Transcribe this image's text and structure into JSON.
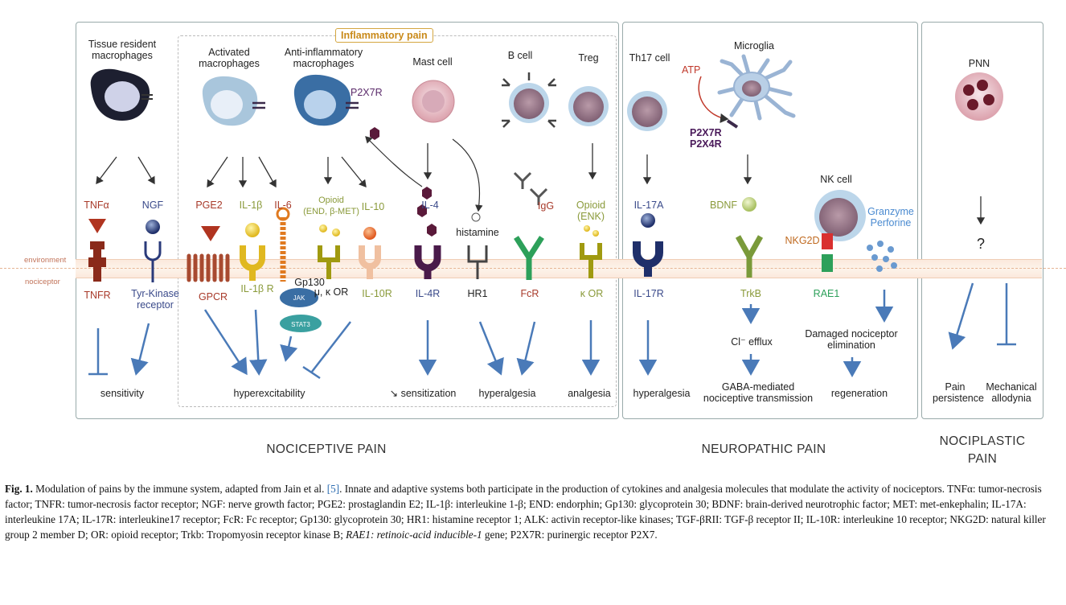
{
  "figure": {
    "inflammatory_tag": "Inflammatory pain",
    "environment_label": "environment",
    "nociceptor_label": "nociceptor",
    "cells": {
      "tissue_macro": "Tissue resident\nmacrophages",
      "activated_macro": "Activated\nmacrophages",
      "anti_macro": "Anti-inflammatory\nmacrophages",
      "p2x7r_top": "P2X7R",
      "mast": "Mast cell",
      "bcell": "B cell",
      "treg": "Treg",
      "th17": "Th17 cell",
      "microglia": "Microglia",
      "atp": "ATP",
      "p2x": "P2X7R\nP2X4R",
      "nk": "NK cell",
      "pnn": "PNN"
    },
    "mediators": {
      "tnfa": "TNFα",
      "ngf": "NGF",
      "pge2": "PGE2",
      "il1b": "IL-1β",
      "il6": "IL-6",
      "opioid": "Opioid\n(END, β-MET)",
      "il10": "IL-10",
      "il4": "IL-4",
      "histamine": "histamine",
      "igg": "IgG",
      "opioid_enk": "Opioid\n(ENK)",
      "il17a": "IL-17A",
      "bdnf": "BDNF",
      "granzyme": "Granzyme\nPerforine",
      "nkg2d": "NKG2D",
      "question": "?"
    },
    "receptors": {
      "tnfr": "TNFR",
      "tyrk": "Tyr-Kinase\nreceptor",
      "gpcr": "GPCR",
      "il1br": "IL-1β R",
      "gp130": "Gp130",
      "mu_kappa": "μ, κ OR",
      "il10r": "IL-10R",
      "jak": "JAK",
      "stat3": "STAT3",
      "il4r": "IL-4R",
      "hr1": "HR1",
      "fcr": "FcR",
      "kor": "κ OR",
      "il17r": "IL-17R",
      "trkb": "TrkB",
      "rae1": "RAE1"
    },
    "effects": {
      "sensitivity": "sensitivity",
      "hyperexcitability": "hyperexcitability",
      "sensitization": "↘ sensitization",
      "hyperalgesia1": "hyperalgesia",
      "analgesia": "analgesia",
      "hyperalgesia2": "hyperalgesia",
      "cl_efflux": "Cl⁻ efflux",
      "gaba": "GABA-mediated\nnociceptive transmission",
      "damaged": "Damaged nociceptor\nelimination",
      "regeneration": "regeneration",
      "pain_persistence": "Pain\npersistence",
      "mech_allodynia": "Mechanical\nallodynia"
    },
    "sections": {
      "nociceptive": "NOCICEPTIVE PAIN",
      "neuropathic": "NEUROPATHIC PAIN",
      "nociplastic": "NOCIPLASTIC\nPAIN"
    }
  },
  "caption": {
    "fig_label": "Fig. 1.",
    "text_part1": " Modulation of pains by the immune system, adapted from Jain et al. ",
    "ref": "[5]",
    "text_part2": ". Innate and adaptive systems both participate in the production of cytokines and analgesia molecules that modulate the activity of nociceptors. TNFα: tumor-necrosis factor; TNFR: tumor-necrosis factor receptor; NGF: nerve growth factor; PGE2: prostaglandin E2; IL-1β: interleukine 1-β; END: endorphin; Gp130: glycoprotein 30; BDNF: brain-derived neurotrophic factor; MET: met-enkephalin; IL-17A: interleukine 17A; IL-17R: interleukine17 receptor; FcR: Fc receptor; Gp130: glycoprotein 30; HR1: histamine receptor 1; ALK: activin receptor-like kinases; TGF-βRII: TGF-β receptor II; IL-10R: interleukine 10 receptor; NKG2D: natural killer group 2 member D; OR: opioid receptor; Trkb: Tropomyosin receptor kinase B; ",
    "italic": "RAE1",
    "italic2": ": retinoic-acid inducible-1",
    "text_part3": " gene; P2X7R: purinergic receptor P2X7."
  },
  "colors": {
    "arrow_blue": "#4a7ab8",
    "receptor_green": "#8a9a3a",
    "tnf_red": "#a83a2a",
    "navy": "#1f2f6a"
  }
}
